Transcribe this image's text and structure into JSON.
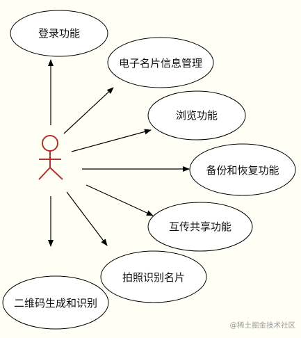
{
  "actor": {
    "color": "#b03030"
  },
  "use_cases": [
    {
      "id": "login",
      "label": "登录功能"
    },
    {
      "id": "card-mgmt",
      "label": "电子名片信息管理"
    },
    {
      "id": "browse",
      "label": "浏览功能"
    },
    {
      "id": "backup",
      "label": "备份和恢复功能"
    },
    {
      "id": "share",
      "label": "互传共享功能"
    },
    {
      "id": "photo",
      "label": "拍照识别名片"
    },
    {
      "id": "qrcode",
      "label": "二维码生成和识别"
    }
  ],
  "watermark": {
    "text": "@稀土掘金技术社区"
  },
  "colors": {
    "background": "#fffff5",
    "line": "#000000",
    "ellipse_fill": "#ffffff"
  }
}
